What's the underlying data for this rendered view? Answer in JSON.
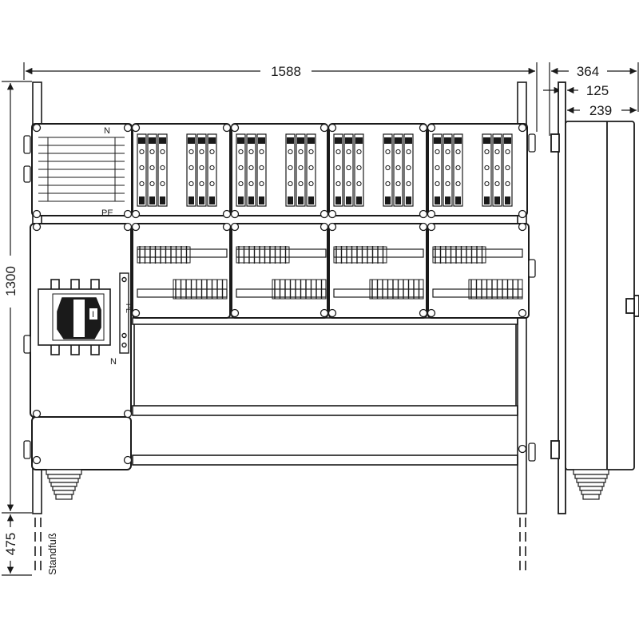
{
  "dimensions": {
    "width_total": "1588",
    "depth_total": "364",
    "depth_front": "125",
    "depth_body": "239",
    "height_cabinet": "1300",
    "height_foot": "475"
  },
  "labels": {
    "busbar_n": "N",
    "busbar_pe": "PE",
    "switch_pe": "PE",
    "switch_n": "N",
    "switch_on_mark": "I",
    "foot": "Standfuß"
  },
  "colors": {
    "line": "#1a1a1a",
    "background": "#ffffff"
  }
}
